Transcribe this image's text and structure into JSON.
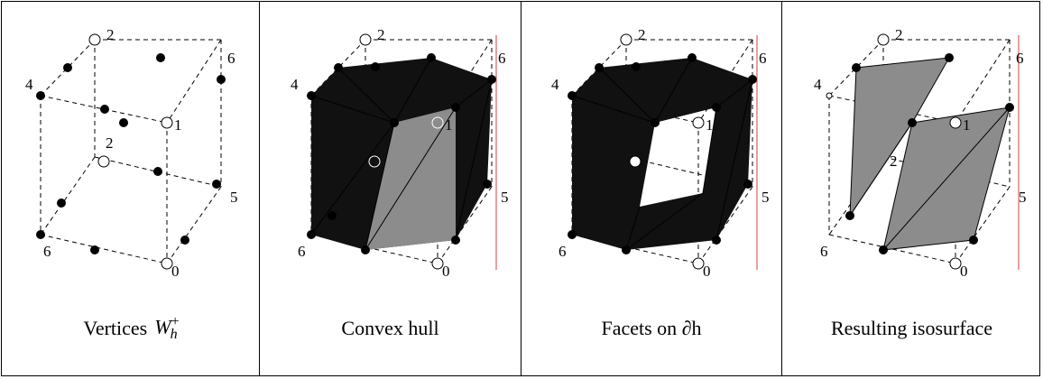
{
  "captions": {
    "panel1_text": "Vertices",
    "panel1_math_base": "W",
    "panel1_math_sup": "+",
    "panel1_math_sub": "h",
    "panel2": "Convex hull",
    "panel3": "Facets on ∂h",
    "panel4": "Resulting isosurface"
  },
  "vertex_labels": {
    "top_back": "2",
    "top_right": "6",
    "top_left": "4",
    "mid_center": "1",
    "inner_center": "2",
    "mid_right": "5",
    "bottom_left": "6",
    "bottom_center": "0"
  },
  "colors": {
    "dark_face": "#111111",
    "gray_face": "#8c8c8c",
    "red_line": "#e08080"
  }
}
